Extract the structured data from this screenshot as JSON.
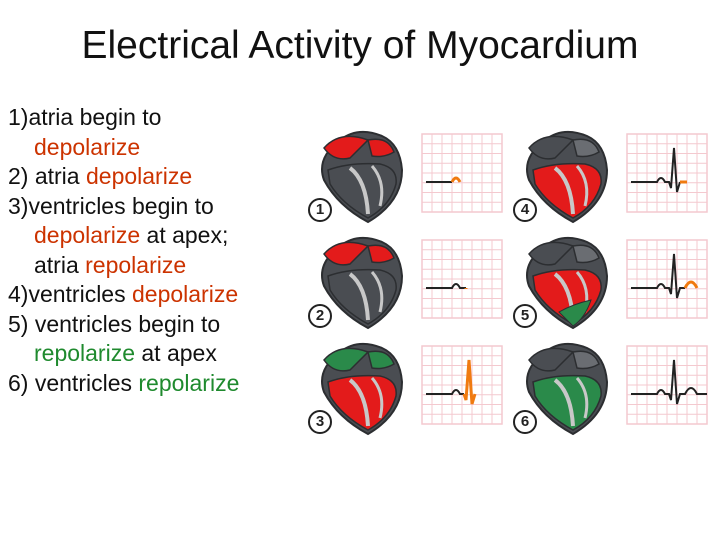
{
  "title": "Electrical Activity of Myocardium",
  "steps": [
    {
      "lead": "1)atria begin to",
      "rest": [
        {
          "t": "depolarize",
          "c": "red"
        }
      ]
    },
    {
      "lead": "2) atria ",
      "inline": [
        {
          "t": "depolarize",
          "c": "red"
        }
      ]
    },
    {
      "lead": "3)ventricles begin to",
      "rest": [
        {
          "t": "depolarize",
          "c": "red"
        },
        {
          "t": " at apex;",
          "c": ""
        }
      ],
      "rest2": [
        {
          "t": "atria ",
          "c": ""
        },
        {
          "t": "repolarize",
          "c": "red"
        }
      ]
    },
    {
      "lead": "4)ventricles ",
      "inline": [
        {
          "t": "depolarize",
          "c": "red"
        }
      ]
    },
    {
      "lead": "5) ventricles begin to",
      "rest": [
        {
          "t": "repolarize",
          "c": "green"
        },
        {
          "t": " at apex",
          "c": ""
        }
      ]
    },
    {
      "lead": "6) ventricles ",
      "inline": [
        {
          "t": "repolarize",
          "c": "green"
        }
      ]
    }
  ],
  "panels": [
    {
      "number": "1",
      "atria": "red",
      "ventricles": "none",
      "apex": "none"
    },
    {
      "number": "2",
      "atria": "red",
      "ventricles": "none",
      "apex": "none"
    },
    {
      "number": "3",
      "atria": "green",
      "ventricles": "red",
      "apex": "none"
    },
    {
      "number": "4",
      "atria": "none",
      "ventricles": "red",
      "apex": "none"
    },
    {
      "number": "5",
      "atria": "none",
      "ventricles": "red",
      "apex": "green"
    },
    {
      "number": "6",
      "atria": "none",
      "ventricles": "green",
      "apex": "none"
    }
  ],
  "colors": {
    "depolarize": "#e31b1b",
    "repolarize": "#2a8a4a",
    "heart": "#4a4d52",
    "ecg_grid": "#f4c9cf",
    "ecg_line": "#222222",
    "ecg_active": "#f07a10"
  }
}
